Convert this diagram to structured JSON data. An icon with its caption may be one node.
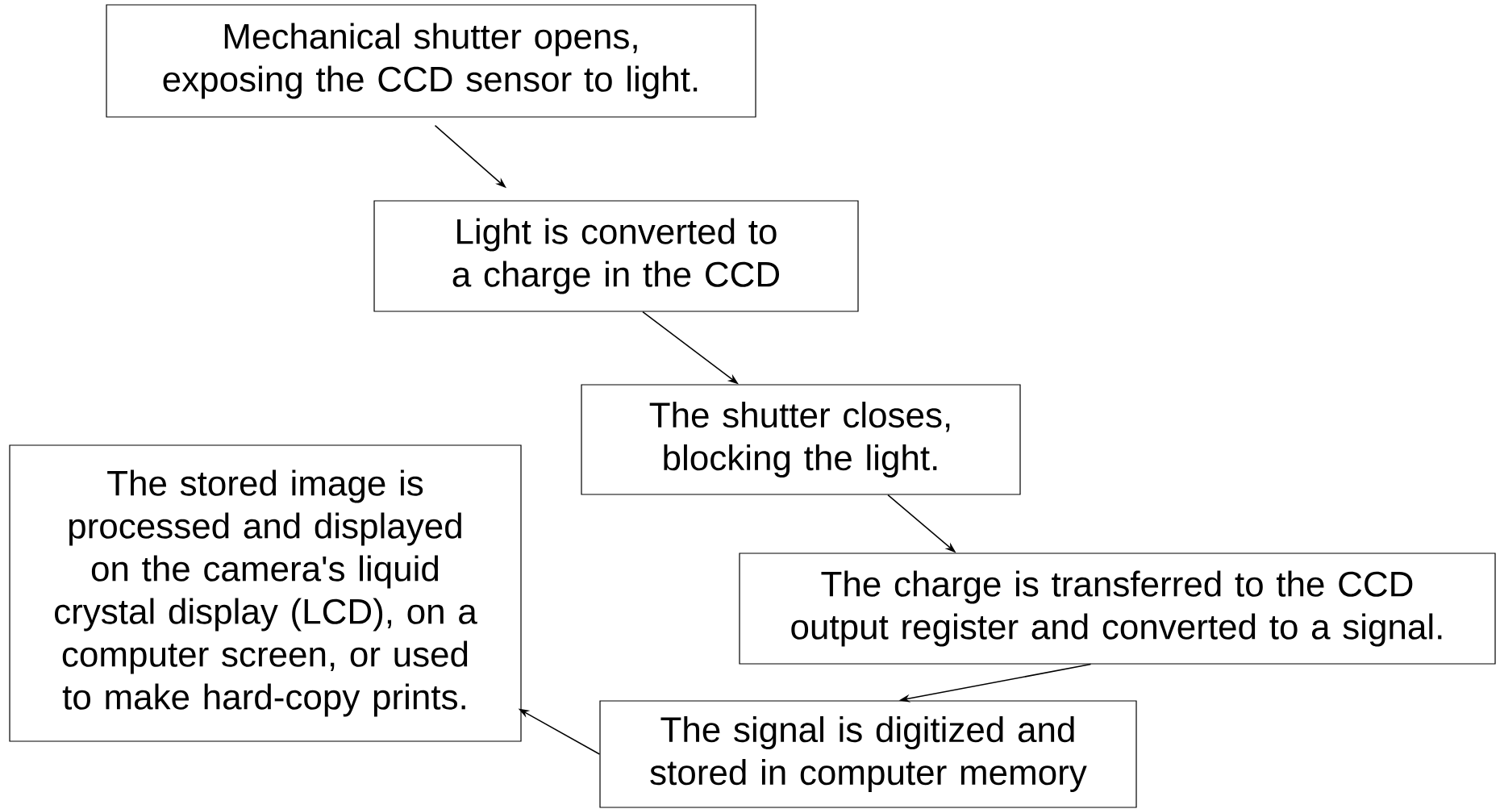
{
  "diagram": {
    "nodes": [
      {
        "text": [
          "Mechanical shutter opens, exposing the CCD sensor to light."
        ]
      },
      {
        "text": [
          "Light is converted to a charge in the CCD"
        ]
      },
      {
        "text": [
          "The shutter closes, blocking the light."
        ]
      },
      {
        "text": [
          "The charge is transferred to the CCD output register and converted to a signal."
        ]
      },
      {
        "text": [
          "The signal is digitized and stored in computer memory"
        ]
      },
      {
        "text": [
          "The stored image is processed and displayed on the camera's liquid crystal display (LCD), on a computer screen, or used to make hard-copy prints."
        ]
      }
    ],
    "edges": [
      {
        "from": 0,
        "to": 1,
        "arrow": "to"
      },
      {
        "from": 1,
        "to": 2,
        "arrow": "to"
      },
      {
        "from": 2,
        "to": 3,
        "arrow": "to"
      },
      {
        "from": 3,
        "to": 4,
        "arrow": "to"
      },
      {
        "from": 4,
        "to": 5,
        "arrow": "to"
      }
    ]
  }
}
